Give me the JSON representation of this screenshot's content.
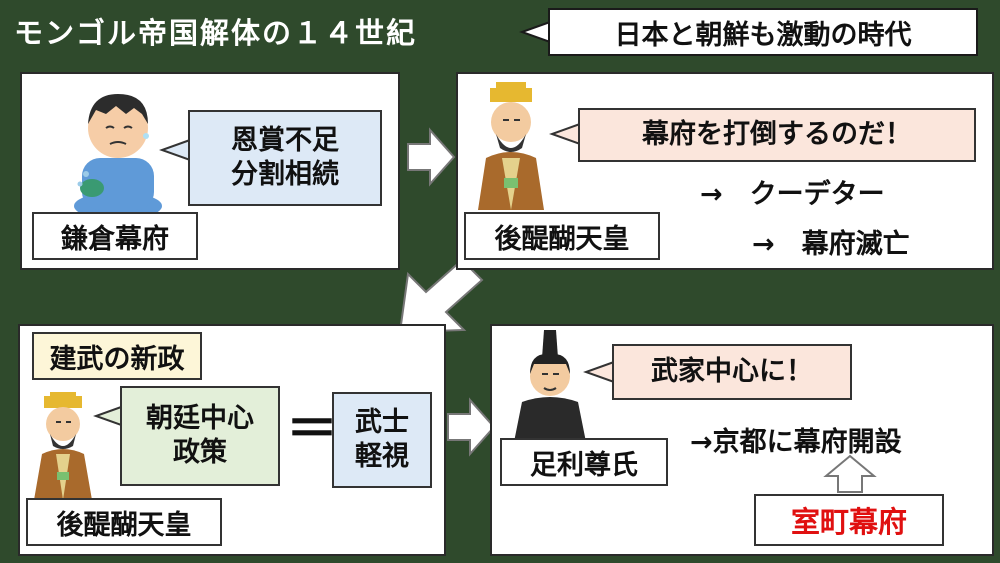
{
  "title": "モンゴル帝国解体の１４世紀",
  "subtitle": "日本と朝鮮も激動の時代",
  "panel_kamakura": {
    "bubble_line1": "恩賞不足",
    "bubble_line2": "分割相続",
    "label": "鎌倉幕府"
  },
  "panel_godaigo": {
    "bubble": "幕府を打倒するのだ！",
    "arrow1": "→　クーデター",
    "arrow2": "→　幕府滅亡",
    "label": "後醍醐天皇"
  },
  "panel_kenmu": {
    "heading": "建武の新政",
    "bubble_line1": "朝廷中心",
    "bubble_line2": "政策",
    "equals": "＝",
    "result_line1": "武士",
    "result_line2": "軽視",
    "label": "後醍醐天皇"
  },
  "panel_ashikaga": {
    "bubble": "武家中心に！",
    "arrow_text": "→京都に幕府開設",
    "result": "室町幕府",
    "label": "足利尊氏"
  },
  "colors": {
    "background": "#2f4a2c",
    "result_red": "#e01010",
    "bubble_blue": "#dde9f6",
    "bubble_pink": "#fbe6dc",
    "bubble_green": "#e3efd9",
    "heading_yellow": "#fdf6d8"
  }
}
